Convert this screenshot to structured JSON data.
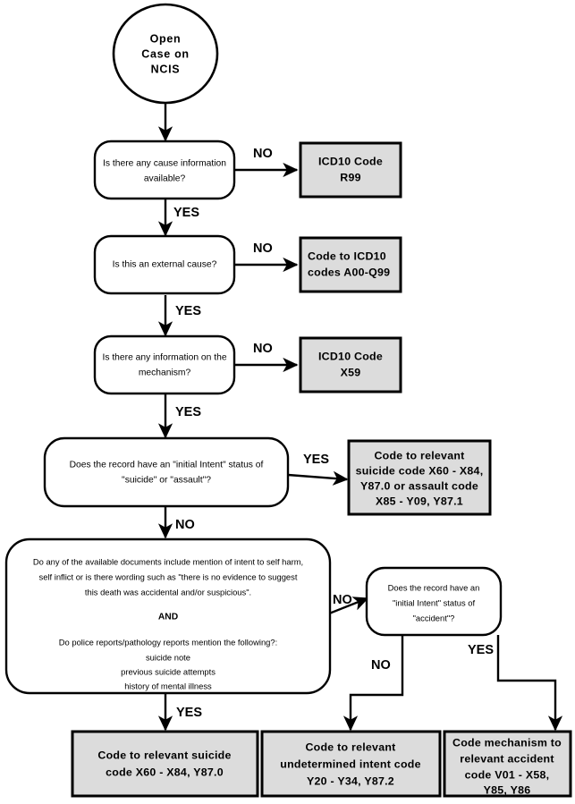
{
  "diagram": {
    "title": "NCIS cause-of-death ICD10 coding decision flowchart",
    "colors": {
      "result_fill": "#dcdcdc",
      "node_fill": "#ffffff",
      "stroke": "#000000"
    },
    "nodes": {
      "start": {
        "kind": "terminal",
        "lines": [
          "Open",
          "Case on",
          "NCIS"
        ]
      },
      "d1": {
        "kind": "decision",
        "lines": [
          "Is there any cause information",
          "available?"
        ]
      },
      "r1": {
        "kind": "result",
        "lines": [
          "ICD10 Code",
          "R99"
        ]
      },
      "d2": {
        "kind": "decision",
        "lines": [
          "Is this an external cause?"
        ]
      },
      "r2": {
        "kind": "result",
        "lines": [
          "Code to ICD10",
          "codes A00-Q99"
        ]
      },
      "d3": {
        "kind": "decision",
        "lines": [
          "Is there any information on the",
          "mechanism?"
        ]
      },
      "r3": {
        "kind": "result",
        "lines": [
          "ICD10 Code",
          "X59"
        ]
      },
      "d4": {
        "kind": "decision",
        "lines": [
          "Does the record have an \"initial Intent\" status of",
          "\"suicide\" or \"assault\"?"
        ]
      },
      "r4": {
        "kind": "result",
        "lines": [
          "Code to relevant",
          "suicide code X60 - X84,",
          "Y87.0 or assault code",
          "X85 - Y09, Y87.1"
        ]
      },
      "d5": {
        "kind": "decision",
        "lines_top": [
          "Do any of the available documents include mention of intent to self harm,",
          "self inflict or is there wording such as  \"there is no evidence to suggest",
          "this death was accidental and/or suspicious\"."
        ],
        "conjunction": "AND",
        "lines_bottom": [
          "Do police reports/pathology reports mention the following?:",
          "suicide note",
          "previous suicide attempts",
          "history of mental illness"
        ]
      },
      "d6": {
        "kind": "decision",
        "lines": [
          "Does the record have an",
          "\"initial Intent\" status of",
          "\"accident\"?"
        ]
      },
      "r5": {
        "kind": "result",
        "lines": [
          "Code to relevant suicide",
          "code X60 - X84, Y87.0"
        ]
      },
      "r6": {
        "kind": "result",
        "lines": [
          "Code to relevant",
          "undetermined intent code",
          "Y20 - Y34, Y87.2"
        ]
      },
      "r7": {
        "kind": "result",
        "lines": [
          "Code mechanism to",
          "relevant accident",
          "code V01 - X58,",
          "Y85, Y86"
        ]
      }
    },
    "edge_labels": {
      "d1_no": "NO",
      "d1_yes": "YES",
      "d2_no": "NO",
      "d2_yes": "YES",
      "d3_no": "NO",
      "d3_yes": "YES",
      "d4_yes": "YES",
      "d4_no": "NO",
      "d5_no": "NO",
      "d5_yes": "YES",
      "d6_no": "NO",
      "d6_yes": "YES"
    }
  }
}
